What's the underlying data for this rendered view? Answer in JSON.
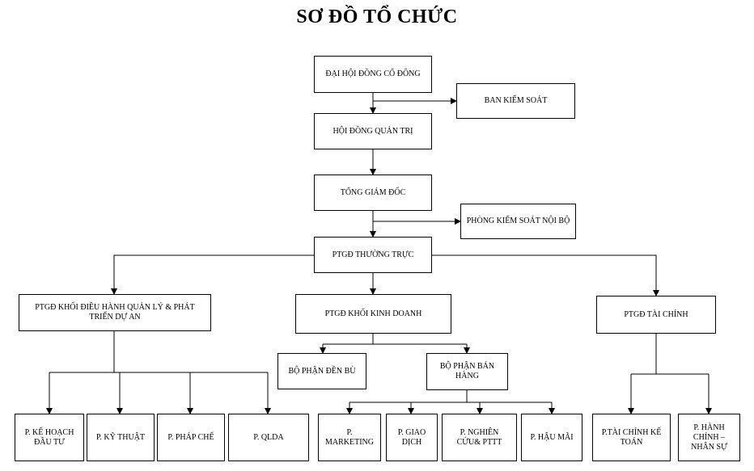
{
  "title": "SƠ ĐỒ TỔ CHỨC",
  "nodes": {
    "dhdcd": "ĐẠI HỘI ĐỒNG CỔ ĐÔNG",
    "bks": "BAN KIỂM SOÁT",
    "hdqt": "HỘI ĐỒNG QUẢN TRỊ",
    "tgd": "TỔNG GIÁM ĐỐC",
    "pksnb": "PHÒNG KIỂM SOÁT NỘI BỘ",
    "ptgd_tt": "PTGĐ THƯỜNG TRỰC",
    "ptgd_qlda": "PTGĐ KHỐI ĐIỀU HÀNH QUẢN LÝ & PHÁT TRIỂN DỰ AN",
    "ptgd_kd": "PTGĐ KHỐI KINH DOANH",
    "ptgd_tc": "PTGĐ TÀI CHÍNH",
    "bp_denbu": "BỘ PHẬN ĐỀN BÙ",
    "bp_banhang": "BỘ PHẬN BÁN HÀNG",
    "p_khdt": "P. KẾ HOẠCH ĐẦU TƯ",
    "p_kythuat": "P. KỸ THUẬT",
    "p_phapche": "P. PHÁP CHẾ",
    "p_qlda": "P. QLDA",
    "p_marketing": "P. MARKETING",
    "p_giaodich": "P. GIAO DỊCH",
    "p_nghiencuu": "P. NGHIÊN CỨU& PTTT",
    "p_haumai": "P. HẬU MÃI",
    "p_taichinh": "P.TÀI CHÍNH KẾ TOÁN",
    "p_hcns": "P. HÀNH CHÍNH – NHÂN SỰ"
  }
}
